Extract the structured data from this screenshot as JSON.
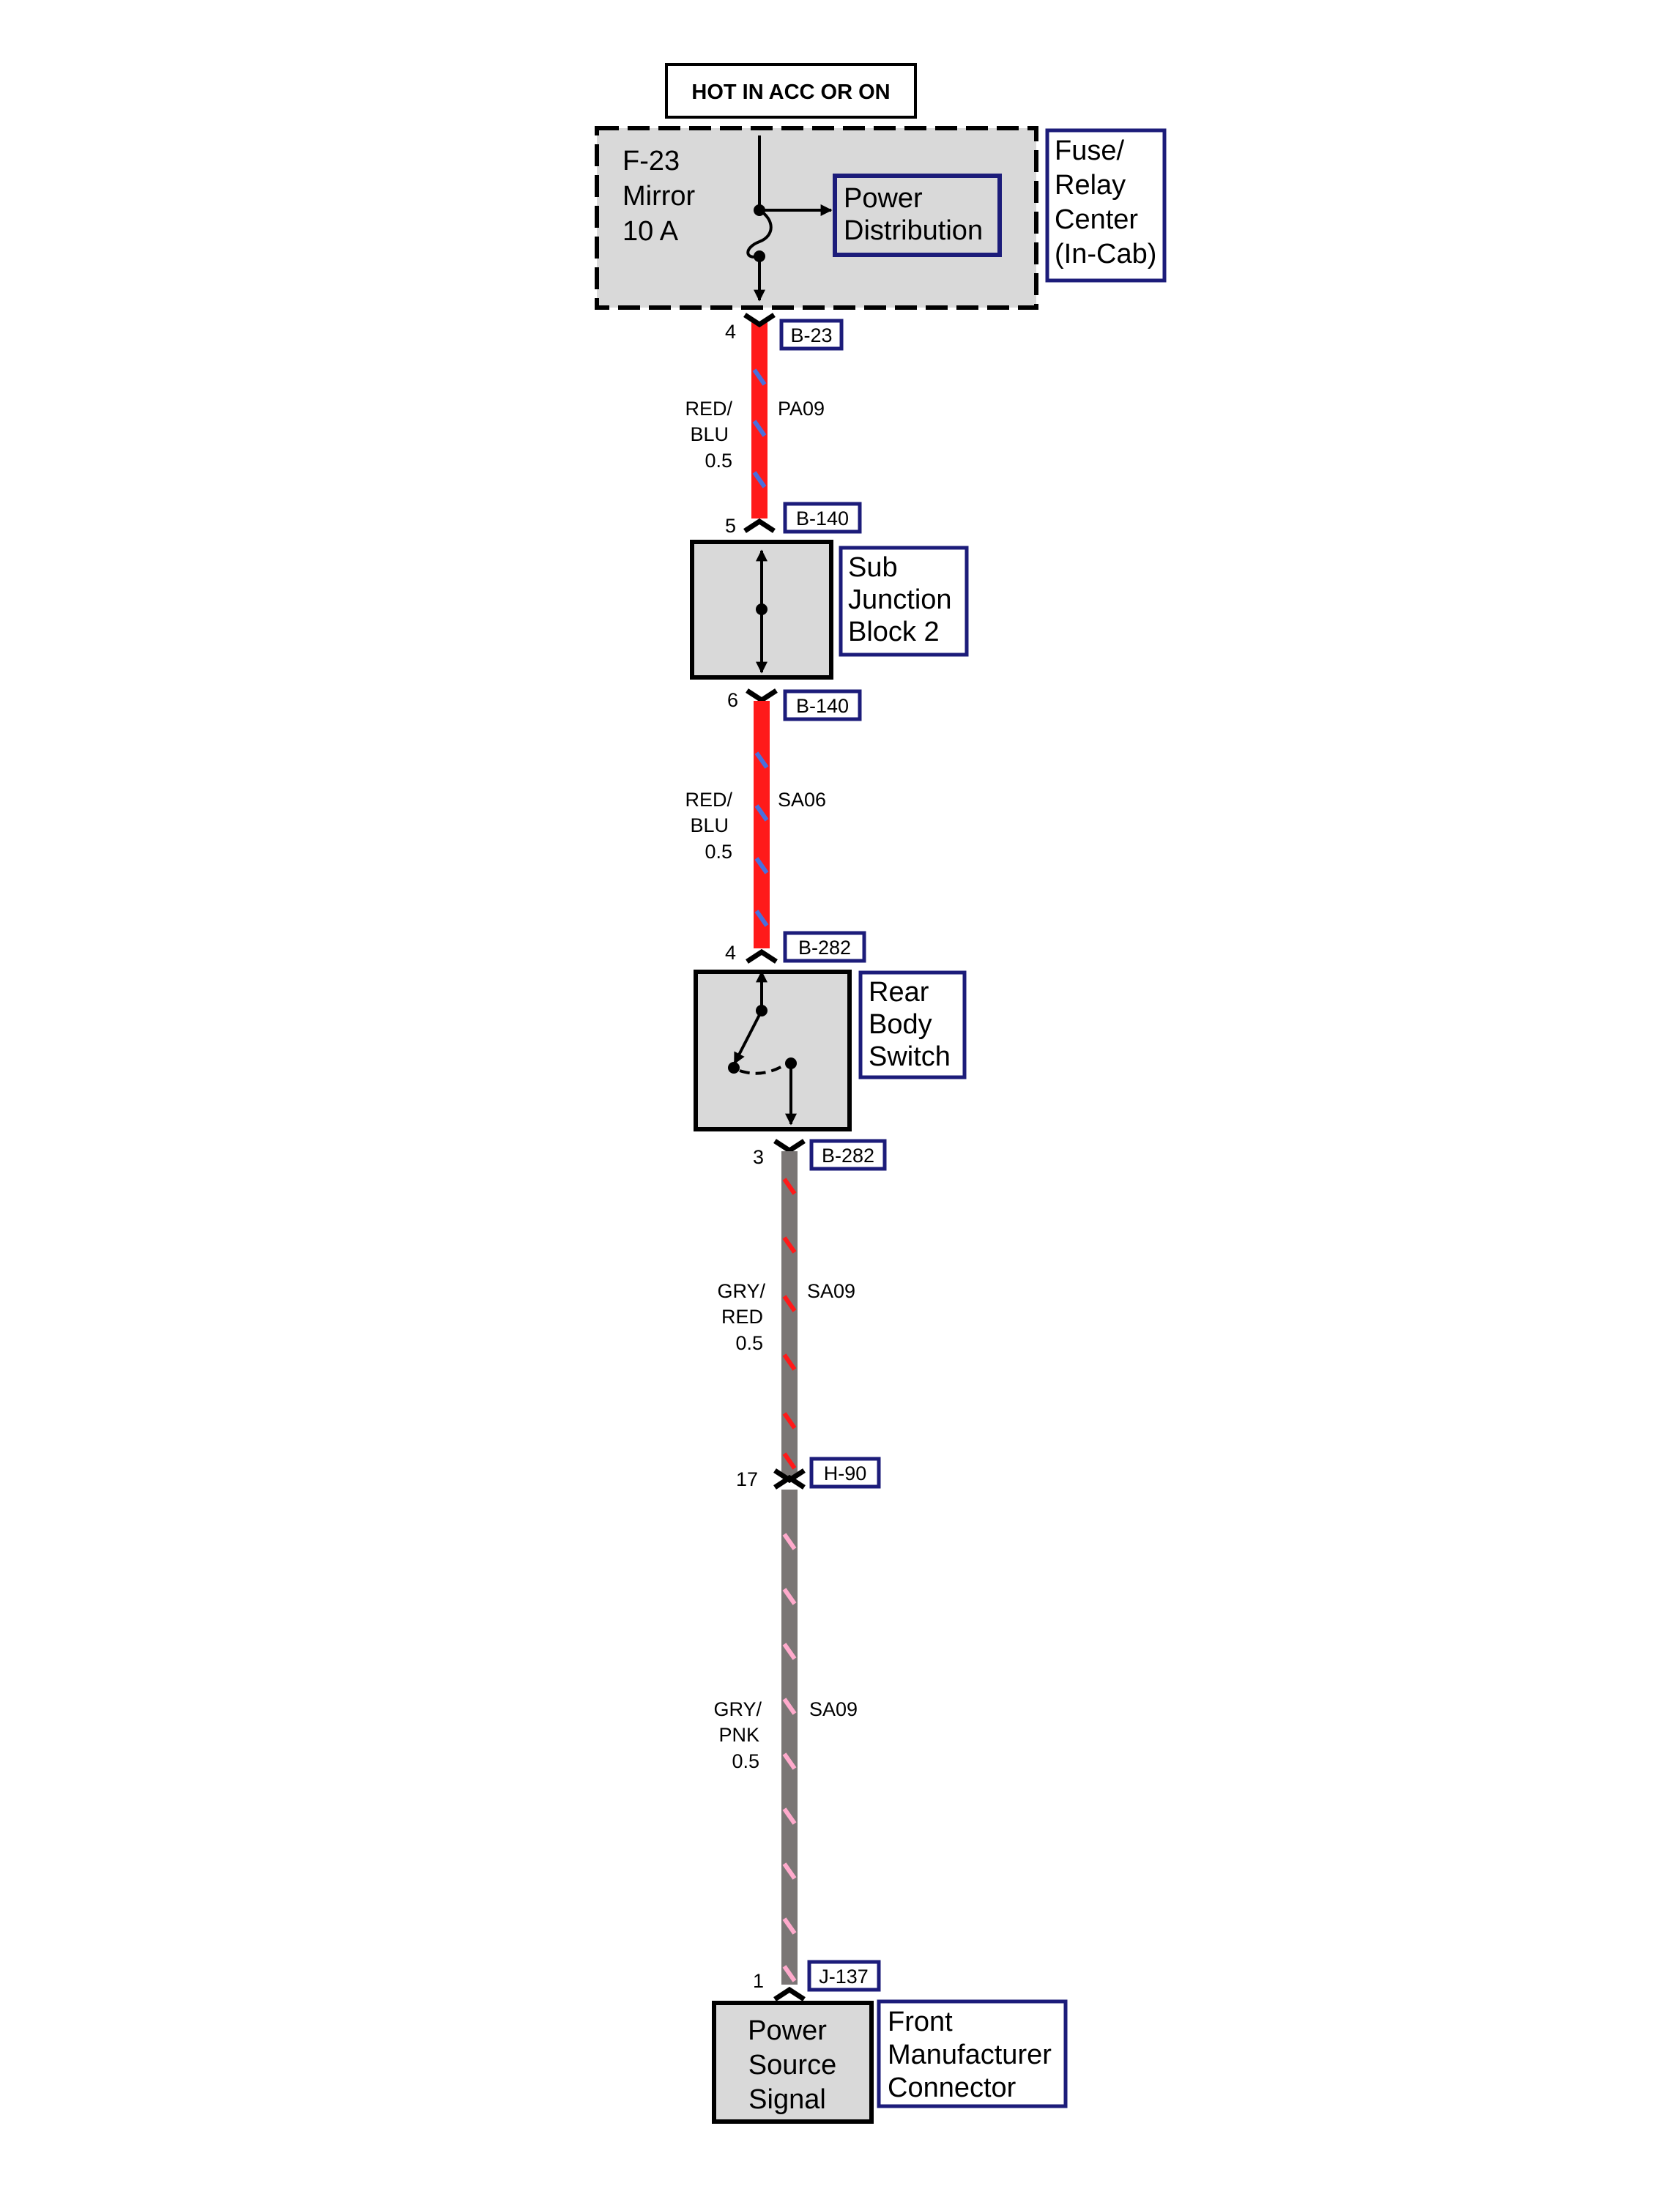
{
  "supply": {
    "label": "HOT IN ACC OR ON"
  },
  "fuse": {
    "lines": [
      "F-23",
      "Mirror",
      "10 A"
    ]
  },
  "fuse_box": {
    "lines": [
      "Fuse/",
      "Relay",
      "Center",
      "(In-Cab)"
    ]
  },
  "power_distribution": {
    "lines": [
      "Power",
      "Distribution"
    ]
  },
  "wires": [
    {
      "color_lines": [
        "RED/",
        "BLU",
        "0.5"
      ],
      "circuit": "PA09",
      "base_color": "#ff1a1a",
      "stripe_color": "#4a6fdc"
    },
    {
      "color_lines": [
        "RED/",
        "BLU",
        "0.5"
      ],
      "circuit": "SA06",
      "base_color": "#ff1a1a",
      "stripe_color": "#4a6fdc"
    },
    {
      "color_lines": [
        "GRY/",
        "RED",
        "0.5"
      ],
      "circuit": "SA09",
      "base_color": "#7a7675",
      "stripe_color": "#ff1a1a"
    },
    {
      "color_lines": [
        "GRY/",
        "PNK",
        "0.5"
      ],
      "circuit": "SA09",
      "base_color": "#7a7675",
      "stripe_color": "#ffaacc"
    }
  ],
  "connectors": [
    {
      "pin": "4",
      "id": "B-23"
    },
    {
      "pin": "5",
      "id": "B-140"
    },
    {
      "pin": "6",
      "id": "B-140"
    },
    {
      "pin": "4",
      "id": "B-282"
    },
    {
      "pin": "3",
      "id": "B-282"
    },
    {
      "pin": "17",
      "id": "H-90"
    },
    {
      "pin": "1",
      "id": "J-137"
    }
  ],
  "sub_junction": {
    "lines": [
      "Sub",
      "Junction",
      "Block 2"
    ]
  },
  "rear_body_switch": {
    "lines": [
      "Rear",
      "Body",
      "Switch"
    ]
  },
  "power_source": {
    "lines": [
      "Power",
      "Source",
      "Signal"
    ]
  },
  "front_connector": {
    "lines": [
      "Front",
      "Manufacturer",
      "Connector"
    ]
  },
  "colors": {
    "label_border": "#1c1c7a",
    "component_fill": "#d9d9d9"
  }
}
